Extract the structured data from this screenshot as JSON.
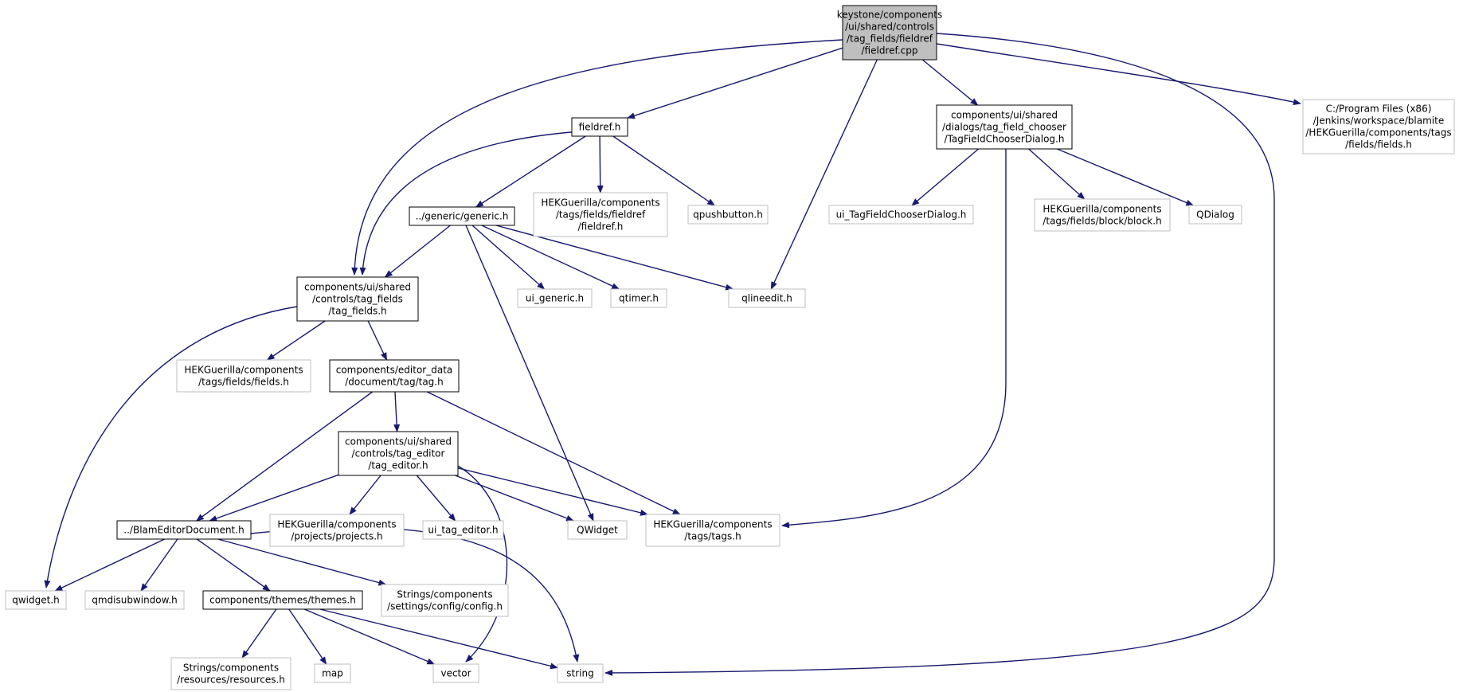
{
  "colors": {
    "edge": "#191970",
    "root_fill": "#bfbfbf",
    "documented_border": "#000000",
    "external_border": "#bfbfbf"
  },
  "nodes": {
    "fieldref_cpp": {
      "lines": [
        "keystone/components",
        "/ui/shared/controls",
        "/tag_fields/fieldref",
        "/fieldref.cpp"
      ],
      "kind": "root"
    },
    "fieldref_h": {
      "lines": [
        "fieldref.h"
      ],
      "kind": "documented"
    },
    "tagfieldchooserdialog_h": {
      "lines": [
        "components/ui/shared",
        "/dialogs/tag_field_chooser",
        "/TagFieldChooserDialog.h"
      ],
      "kind": "documented"
    },
    "jenkins_fields_h": {
      "lines": [
        "C:/Program Files (x86)",
        "/Jenkins/workspace/blamite",
        "/HEKGuerilla/components/tags",
        "/fields/fields.h"
      ],
      "kind": "external"
    },
    "hek_fieldref_h": {
      "lines": [
        "HEKGuerilla/components",
        "/tags/fields/fieldref",
        "/fieldref.h"
      ],
      "kind": "external"
    },
    "qpushbutton_h": {
      "lines": [
        "qpushbutton.h"
      ],
      "kind": "external"
    },
    "generic_h": {
      "lines": [
        "../generic/generic.h"
      ],
      "kind": "documented"
    },
    "ui_tagfieldchooserdialog_h": {
      "lines": [
        "ui_TagFieldChooserDialog.h"
      ],
      "kind": "external"
    },
    "hek_block_h": {
      "lines": [
        "HEKGuerilla/components",
        "/tags/fields/block/block.h"
      ],
      "kind": "external"
    },
    "qdialog": {
      "lines": [
        "QDialog"
      ],
      "kind": "external"
    },
    "tag_fields_h": {
      "lines": [
        "components/ui/shared",
        "/controls/tag_fields",
        "/tag_fields.h"
      ],
      "kind": "documented"
    },
    "ui_generic_h": {
      "lines": [
        "ui_generic.h"
      ],
      "kind": "external"
    },
    "qtimer_h": {
      "lines": [
        "qtimer.h"
      ],
      "kind": "external"
    },
    "qlineedit_h": {
      "lines": [
        "qlineedit.h"
      ],
      "kind": "external"
    },
    "hek_fields_h": {
      "lines": [
        "HEKGuerilla/components",
        "/tags/fields/fields.h"
      ],
      "kind": "external"
    },
    "tag_h": {
      "lines": [
        "components/editor_data",
        "/document/tag/tag.h"
      ],
      "kind": "documented"
    },
    "tag_editor_h": {
      "lines": [
        "components/ui/shared",
        "/controls/tag_editor",
        "/tag_editor.h"
      ],
      "kind": "documented"
    },
    "blameditordocument_h": {
      "lines": [
        "../BlamEditorDocument.h"
      ],
      "kind": "documented"
    },
    "hek_projects_h": {
      "lines": [
        "HEKGuerilla/components",
        "/projects/projects.h"
      ],
      "kind": "external"
    },
    "ui_tag_editor_h": {
      "lines": [
        "ui_tag_editor.h"
      ],
      "kind": "external"
    },
    "qwidget_cap": {
      "lines": [
        "QWidget"
      ],
      "kind": "external"
    },
    "hek_tags_h": {
      "lines": [
        "HEKGuerilla/components",
        "/tags/tags.h"
      ],
      "kind": "external"
    },
    "qwidget_h": {
      "lines": [
        "qwidget.h"
      ],
      "kind": "external"
    },
    "qmdisubwindow_h": {
      "lines": [
        "qmdisubwindow.h"
      ],
      "kind": "external"
    },
    "themes_h": {
      "lines": [
        "components/themes/themes.h"
      ],
      "kind": "documented"
    },
    "strings_config_h": {
      "lines": [
        "Strings/components",
        "/settings/config/config.h"
      ],
      "kind": "external"
    },
    "strings_resources_h": {
      "lines": [
        "Strings/components",
        "/resources/resources.h"
      ],
      "kind": "external"
    },
    "map": {
      "lines": [
        "map"
      ],
      "kind": "external"
    },
    "vector": {
      "lines": [
        "vector"
      ],
      "kind": "external"
    },
    "string": {
      "lines": [
        "string"
      ],
      "kind": "external"
    }
  },
  "edges": [
    [
      "fieldref_cpp",
      "tag_fields_h"
    ],
    [
      "fieldref_cpp",
      "fieldref_h"
    ],
    [
      "fieldref_cpp",
      "qlineedit_h"
    ],
    [
      "fieldref_cpp",
      "tagfieldchooserdialog_h"
    ],
    [
      "fieldref_cpp",
      "string"
    ],
    [
      "fieldref_cpp",
      "jenkins_fields_h"
    ],
    [
      "fieldref_h",
      "tag_fields_h"
    ],
    [
      "fieldref_h",
      "generic_h"
    ],
    [
      "fieldref_h",
      "hek_fieldref_h"
    ],
    [
      "fieldref_h",
      "qpushbutton_h"
    ],
    [
      "generic_h",
      "tag_fields_h"
    ],
    [
      "generic_h",
      "ui_generic_h"
    ],
    [
      "generic_h",
      "qtimer_h"
    ],
    [
      "generic_h",
      "qlineedit_h"
    ],
    [
      "generic_h",
      "qwidget_cap"
    ],
    [
      "tagfieldchooserdialog_h",
      "ui_tagfieldchooserdialog_h"
    ],
    [
      "tagfieldchooserdialog_h",
      "hek_block_h"
    ],
    [
      "tagfieldchooserdialog_h",
      "qdialog"
    ],
    [
      "tagfieldchooserdialog_h",
      "hek_tags_h"
    ],
    [
      "tag_fields_h",
      "qwidget_h"
    ],
    [
      "tag_fields_h",
      "hek_fields_h"
    ],
    [
      "tag_fields_h",
      "tag_h"
    ],
    [
      "tag_h",
      "tag_editor_h"
    ],
    [
      "tag_h",
      "blameditordocument_h"
    ],
    [
      "tag_h",
      "hek_tags_h"
    ],
    [
      "tag_editor_h",
      "blameditordocument_h"
    ],
    [
      "tag_editor_h",
      "hek_projects_h"
    ],
    [
      "tag_editor_h",
      "ui_tag_editor_h"
    ],
    [
      "tag_editor_h",
      "qwidget_cap"
    ],
    [
      "tag_editor_h",
      "hek_tags_h"
    ],
    [
      "tag_editor_h",
      "vector"
    ],
    [
      "blameditordocument_h",
      "qwidget_h"
    ],
    [
      "blameditordocument_h",
      "qmdisubwindow_h"
    ],
    [
      "blameditordocument_h",
      "themes_h"
    ],
    [
      "blameditordocument_h",
      "strings_config_h"
    ],
    [
      "blameditordocument_h",
      "string"
    ],
    [
      "themes_h",
      "strings_resources_h"
    ],
    [
      "themes_h",
      "map"
    ],
    [
      "themes_h",
      "vector"
    ],
    [
      "themes_h",
      "string"
    ]
  ]
}
